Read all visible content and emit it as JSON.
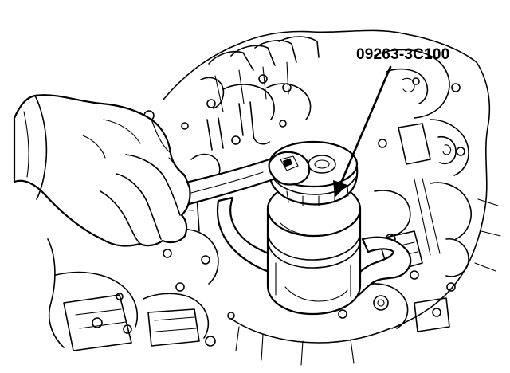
{
  "diagram": {
    "tool_label": "09263-3C100",
    "colors": {
      "line": "#000000",
      "background": "#ffffff"
    },
    "elements": [
      "engine-block",
      "oil-filter",
      "oil-filter-wrench",
      "ratchet",
      "hand"
    ]
  }
}
